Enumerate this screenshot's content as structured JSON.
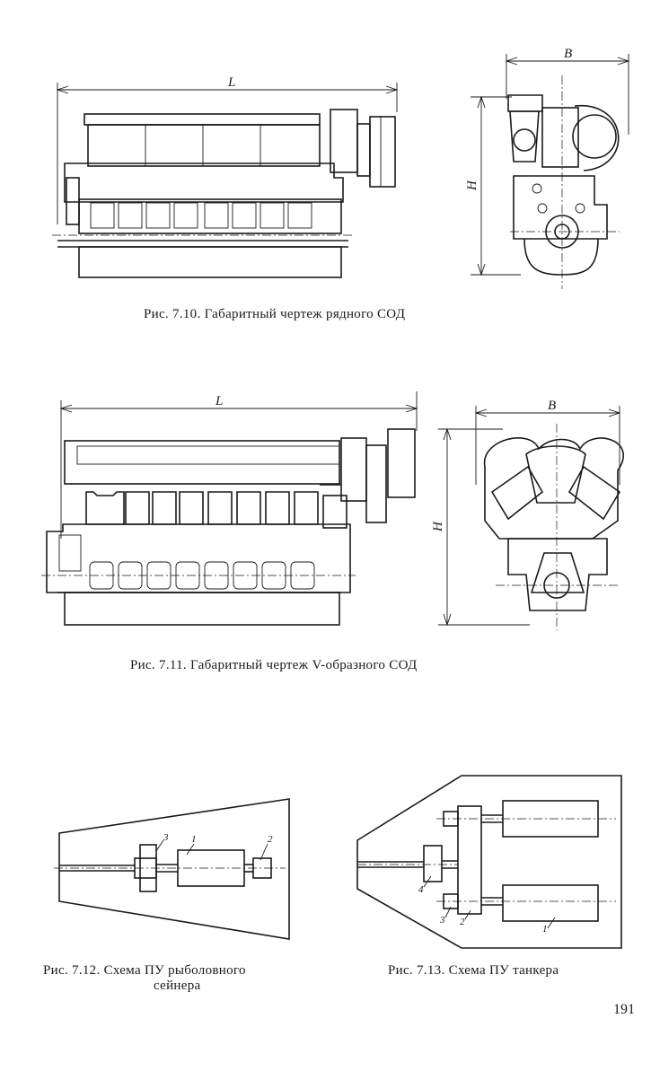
{
  "figures": {
    "fig710": {
      "caption": "Рис. 7.10. Габаритный чертеж рядного СОД",
      "dim_L": "L",
      "dim_B": "B",
      "dim_H": "H"
    },
    "fig711": {
      "caption": "Рис. 7.11. Габаритный чертеж V-образного СОД",
      "dim_L": "L",
      "dim_B": "B",
      "dim_H": "H"
    },
    "fig712": {
      "caption_line1": "Рис. 7.12. Схема ПУ рыболовного",
      "caption_line2": "сейнера",
      "labels": [
        "1",
        "2",
        "3"
      ]
    },
    "fig713": {
      "caption": "Рис. 7.13. Схема ПУ танкера",
      "labels": [
        "1",
        "2",
        "3",
        "4"
      ]
    }
  },
  "page_number": "191"
}
